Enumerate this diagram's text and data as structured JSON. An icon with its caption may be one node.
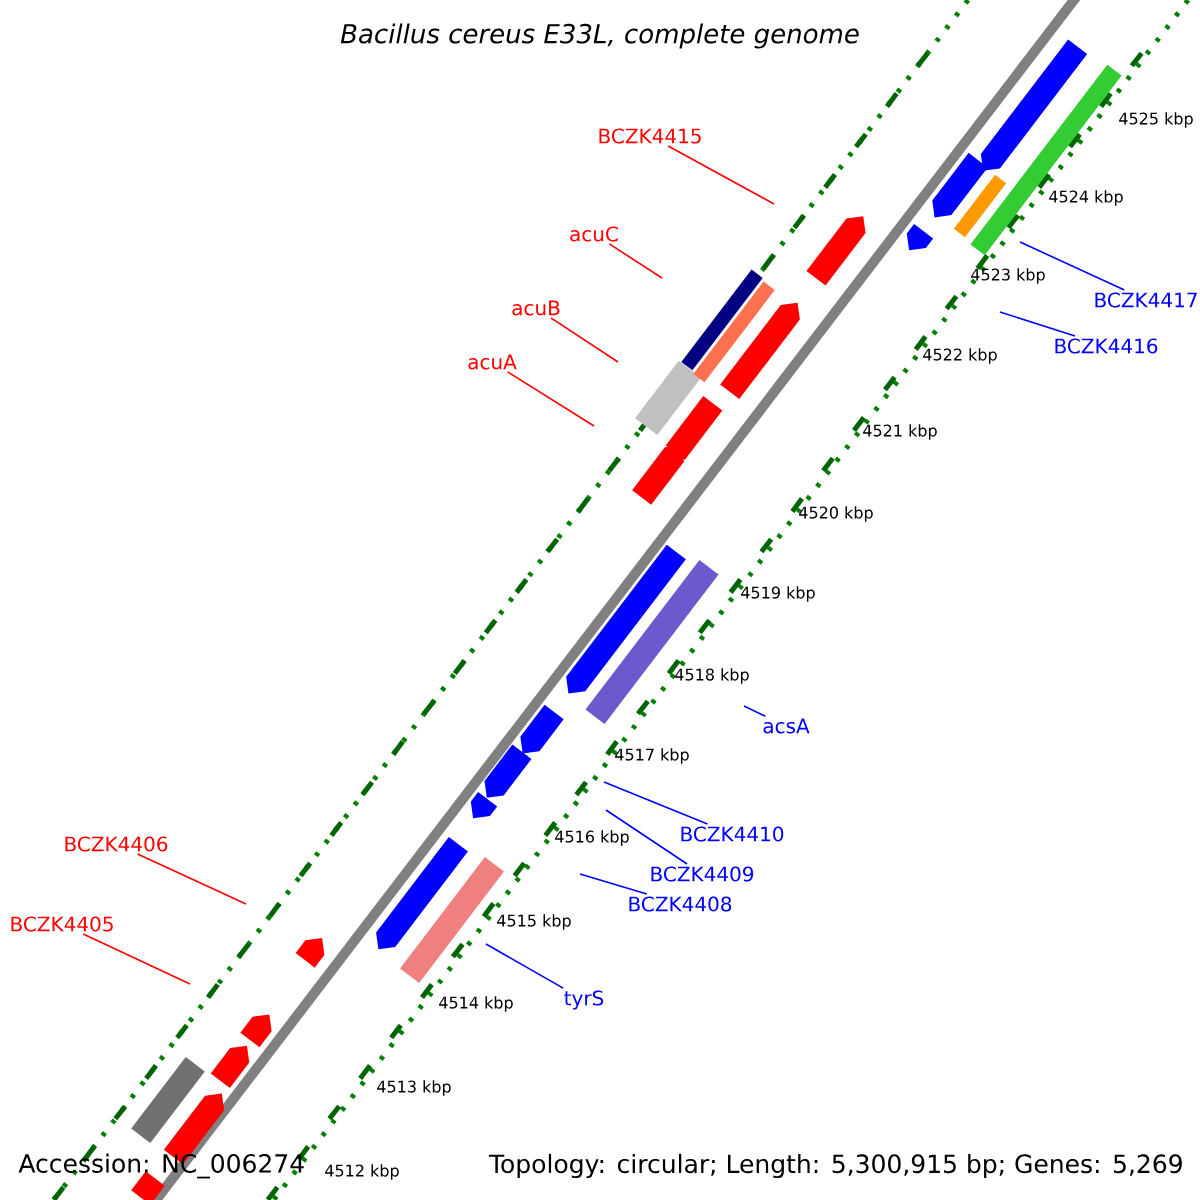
{
  "diagram": {
    "title": "Bacillus cereus E33L, complete genome",
    "nodes": [
      {
        "text": [
          "BCZK4415"
        ]
      },
      {
        "text": [
          "acuC"
        ]
      },
      {
        "text": [
          "acuB"
        ]
      },
      {
        "text": [
          "acuA"
        ]
      },
      {
        "text": [
          "BCZK4406"
        ]
      },
      {
        "text": [
          "BCZK4405"
        ]
      },
      {
        "text": [
          "BCZK4417"
        ]
      },
      {
        "text": [
          "BCZK4416"
        ]
      },
      {
        "text": [
          "acsA"
        ]
      },
      {
        "text": [
          "BCZK4410"
        ]
      },
      {
        "text": [
          "BCZK4409"
        ]
      },
      {
        "text": [
          "BCZK4408"
        ]
      },
      {
        "text": [
          "tyrS"
        ]
      }
    ],
    "edges": [
      {
        "from": 0,
        "to": null,
        "arrow": "none",
        "color": "#ff0000"
      },
      {
        "from": 1,
        "to": null,
        "arrow": "none",
        "color": "#ff0000"
      },
      {
        "from": 2,
        "to": null,
        "arrow": "none",
        "color": "#ff0000"
      },
      {
        "from": 3,
        "to": null,
        "arrow": "none",
        "color": "#ff0000"
      },
      {
        "from": 4,
        "to": null,
        "arrow": "none",
        "color": "#ff0000"
      },
      {
        "from": 5,
        "to": null,
        "arrow": "none",
        "color": "#ff0000"
      },
      {
        "from": 6,
        "to": null,
        "arrow": "none"
      },
      {
        "from": 7,
        "to": null,
        "arrow": "none"
      },
      {
        "from": 8,
        "to": null,
        "arrow": "none"
      },
      {
        "from": 9,
        "to": null,
        "arrow": "none"
      },
      {
        "from": 10,
        "to": null,
        "arrow": "none"
      },
      {
        "from": 11,
        "to": null,
        "arrow": "none"
      },
      {
        "from": 12,
        "to": null,
        "arrow": "none"
      }
    ],
    "labels": [
      "4525 kbp",
      "4524 kbp",
      "4523 kbp",
      "4522 kbp",
      "4521 kbp",
      "4520 kbp",
      "4519 kbp",
      "4518 kbp",
      "4517 kbp",
      "4516 kbp",
      "4515 kbp",
      "4514 kbp",
      "4513 kbp",
      "4512 kbp",
      "Accession: NC_006274",
      "Topology: circular; Length: 5,300,915 bp; Genes: 5,269"
    ]
  }
}
